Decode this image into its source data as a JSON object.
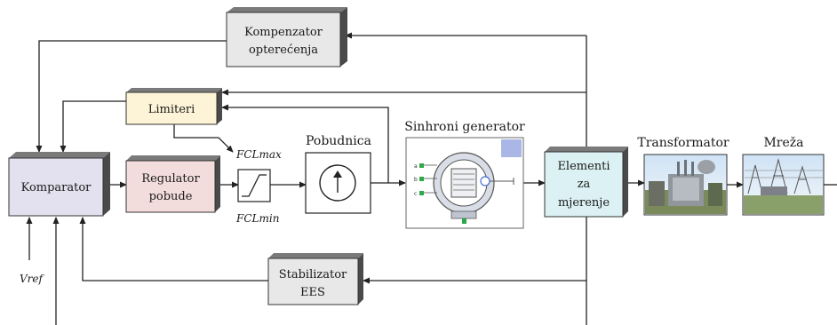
{
  "blocks": {
    "kompenzator": {
      "line1": "Kompenzator",
      "line2": "opterećenja"
    },
    "limiteri": {
      "label": "Limiteri"
    },
    "komparator": {
      "label": "Komparator"
    },
    "regulator": {
      "line1": "Regulator",
      "line2": "pobude"
    },
    "pobudnica": {
      "label": "Pobudnica"
    },
    "generator": {
      "label": "Sinhroni generator"
    },
    "elementi": {
      "line1": "Elementi",
      "line2": "za",
      "line3": "mjerenje"
    },
    "stabilizator": {
      "line1": "Stabilizator",
      "line2": "EES"
    },
    "transformator": {
      "label": "Transformator"
    },
    "mreza": {
      "label": "Mreža"
    }
  },
  "signals": {
    "fcl_max": "FCLmax",
    "fcl_min": "FCLmin",
    "vref": "Vref"
  },
  "generator_terminals": [
    "a",
    "b",
    "c"
  ],
  "colors": {
    "komparator_fill": "#e3e0ef",
    "regulator_fill": "#f3dcdc",
    "limiteri_fill": "#fdf4d7",
    "elementi_fill": "#dcf1f3",
    "generator_accent": "#a9b6e6",
    "terminal_green": "#2aa84a"
  }
}
